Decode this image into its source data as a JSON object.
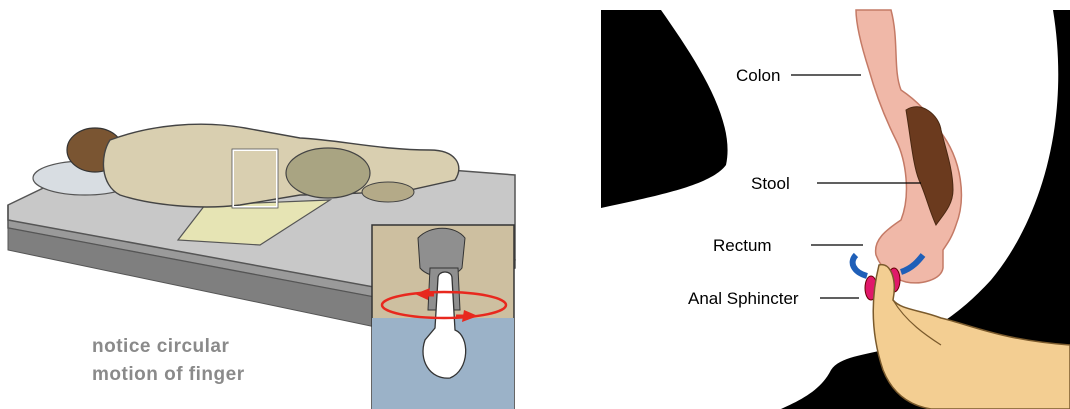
{
  "left": {
    "caption_line1": "notice circular",
    "caption_line2": "motion of finger"
  },
  "right": {
    "labels": {
      "colon": "Colon",
      "stool": "Stool",
      "rectum": "Rectum",
      "anal_sphincter": "Anal Sphincter"
    }
  },
  "colors": {
    "skin": "#d9cfb0",
    "bed": "#b9b9b9",
    "colon": "#f0b8a8",
    "stool": "#6b3a1e",
    "background": "#000000",
    "arrow_red": "#e8281e",
    "arrow_blue": "#1f5fb8",
    "sphincter": "#e0186a"
  }
}
